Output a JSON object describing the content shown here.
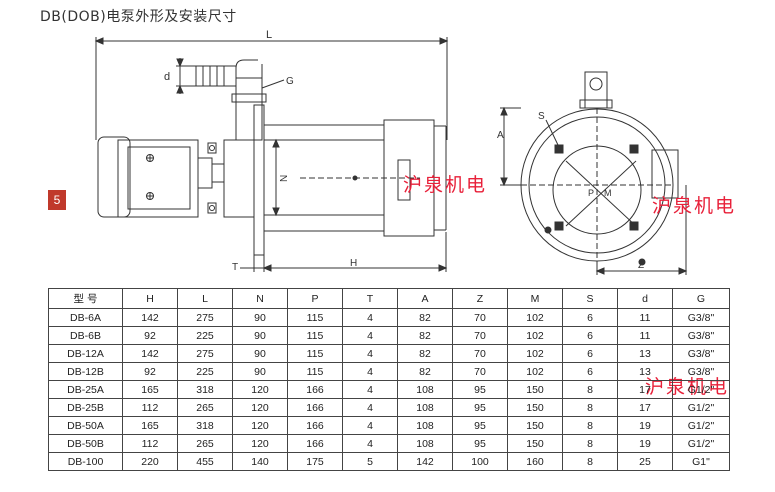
{
  "title": "DB(DOB)电泵外形及安装尺寸",
  "page_number": "5",
  "watermark": "沪泉机电",
  "drawing_labels": {
    "L": "L",
    "d": "d",
    "G": "G",
    "N": "N",
    "T": "T",
    "H": "H",
    "A": "A",
    "S": "S",
    "P": "P",
    "M": "M",
    "Z": "Z"
  },
  "table": {
    "headers": [
      "型 号",
      "H",
      "L",
      "N",
      "P",
      "T",
      "A",
      "Z",
      "M",
      "S",
      "d",
      "G"
    ],
    "rows": [
      [
        "DB-6A",
        "142",
        "275",
        "90",
        "115",
        "4",
        "82",
        "70",
        "102",
        "6",
        "11",
        "G3/8\""
      ],
      [
        "DB-6B",
        "92",
        "225",
        "90",
        "115",
        "4",
        "82",
        "70",
        "102",
        "6",
        "11",
        "G3/8\""
      ],
      [
        "DB-12A",
        "142",
        "275",
        "90",
        "115",
        "4",
        "82",
        "70",
        "102",
        "6",
        "13",
        "G3/8\""
      ],
      [
        "DB-12B",
        "92",
        "225",
        "90",
        "115",
        "4",
        "82",
        "70",
        "102",
        "6",
        "13",
        "G3/8\""
      ],
      [
        "DB-25A",
        "165",
        "318",
        "120",
        "166",
        "4",
        "108",
        "95",
        "150",
        "8",
        "17",
        "G1/2\""
      ],
      [
        "DB-25B",
        "112",
        "265",
        "120",
        "166",
        "4",
        "108",
        "95",
        "150",
        "8",
        "17",
        "G1/2\""
      ],
      [
        "DB-50A",
        "165",
        "318",
        "120",
        "166",
        "4",
        "108",
        "95",
        "150",
        "8",
        "19",
        "G1/2\""
      ],
      [
        "DB-50B",
        "112",
        "265",
        "120",
        "166",
        "4",
        "108",
        "95",
        "150",
        "8",
        "19",
        "G1/2\""
      ],
      [
        "DB-100",
        "220",
        "455",
        "140",
        "175",
        "5",
        "142",
        "100",
        "160",
        "8",
        "25",
        "G1\""
      ]
    ]
  }
}
